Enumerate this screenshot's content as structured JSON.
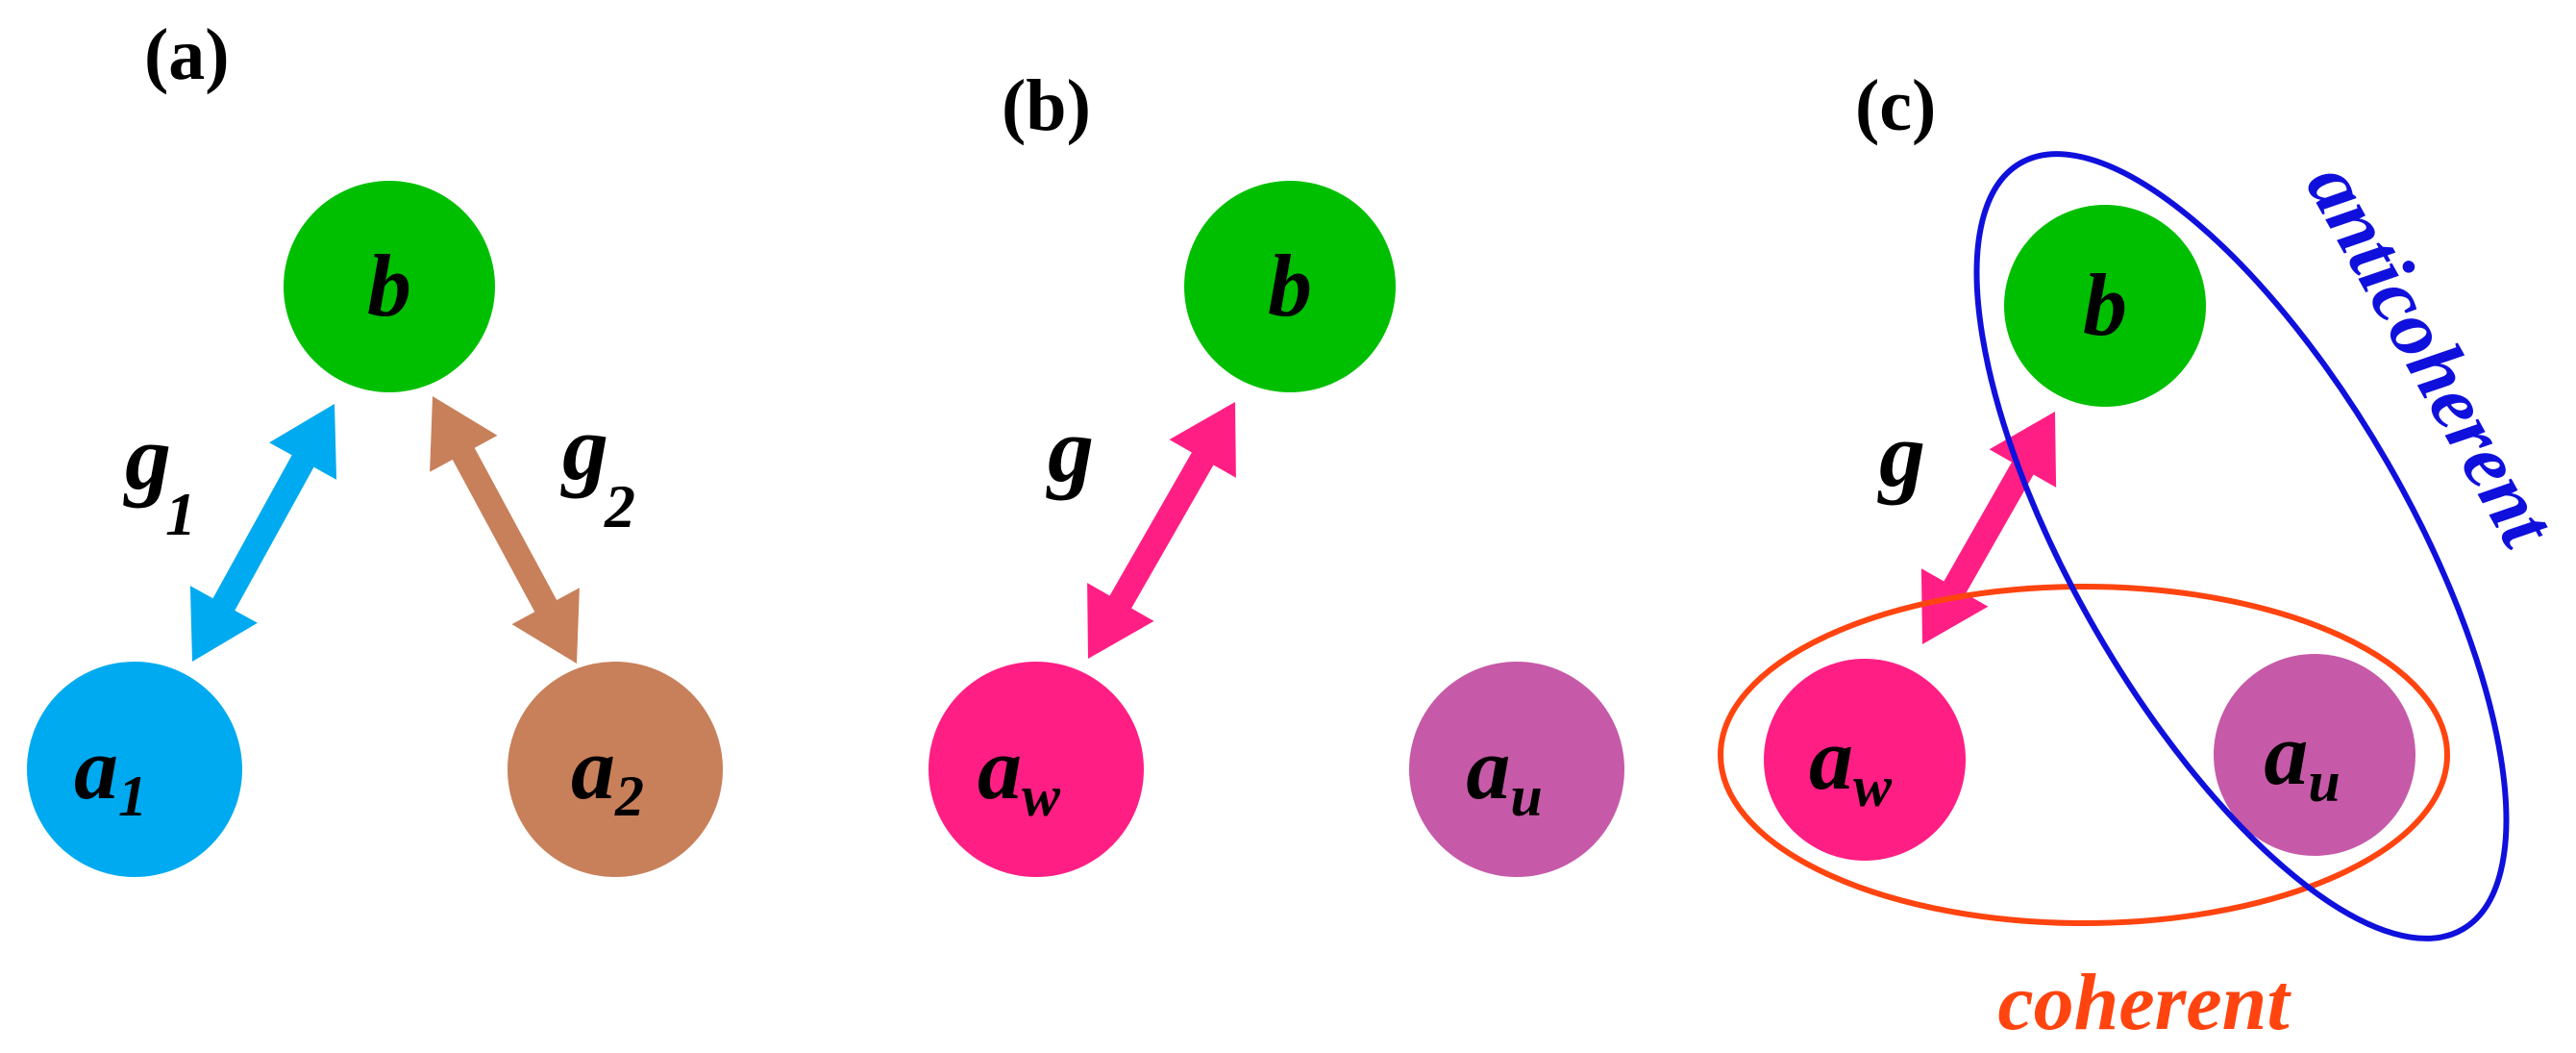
{
  "colors": {
    "b": "#00bf00",
    "a1": "#00aaf0",
    "a2": "#c8805a",
    "aw": "#ff1f84",
    "au": "#c65aa8",
    "arrow_g1": "#00aaf0",
    "arrow_g2": "#c8805a",
    "arrow_g": "#ff1f84",
    "coherent": "#ff4410",
    "anticoherent": "#1010dd"
  },
  "panels": {
    "a": {
      "label": "(a)",
      "nodes": {
        "b": "b",
        "a1": "a",
        "a1_sub": "1",
        "a2": "a",
        "a2_sub": "2"
      },
      "couplings": {
        "g1": "g",
        "g1_sub": "1",
        "g2": "g",
        "g2_sub": "2"
      }
    },
    "b": {
      "label": "(b)",
      "nodes": {
        "b": "b",
        "aw": "a",
        "aw_sub": "w",
        "au": "a",
        "au_sub": "u"
      },
      "couplings": {
        "g": "g"
      }
    },
    "c": {
      "label": "(c)",
      "nodes": {
        "b": "b",
        "aw": "a",
        "aw_sub": "w",
        "au": "a",
        "au_sub": "u"
      },
      "couplings": {
        "g": "g"
      },
      "ellipses": {
        "coherent": "coherent",
        "anticoherent": "anticoherent"
      }
    }
  }
}
